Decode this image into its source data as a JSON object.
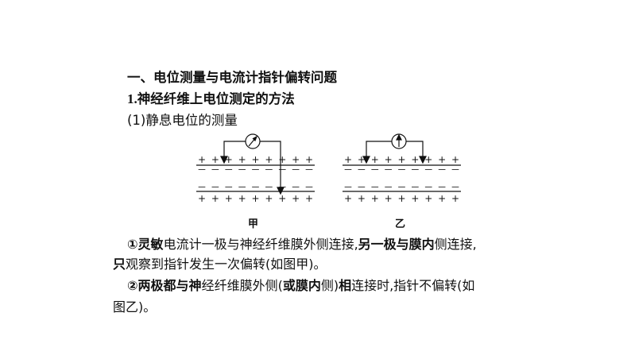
{
  "heading1": "一、电位测量与电流计指针偏转问题",
  "heading2_num": "1.",
  "heading2_text": "神经纤维上电位测定的方法",
  "heading3": "(1)静息电位的测量",
  "figure": {
    "caption_left": "甲",
    "caption_right": "乙",
    "plus": "+",
    "minus": "－"
  },
  "para1": {
    "p1_bold": "①灵敏",
    "p1_rest": "电流计一极与神经纤维膜外侧连接,",
    "p1_bold2": "另一极与膜内",
    "p1_end": "侧连接,",
    "p2_bold": "只",
    "p2_rest": "观察到指针发生一次偏转(如图甲)。"
  },
  "para2": {
    "p3_bold": "②两极都与神",
    "p3_rest": "经纤维膜外侧(",
    "p3_bold2": "或膜内",
    "p3_mid": "侧)",
    "p3_bold3": "相",
    "p3_end": "连接时,指针不偏转(如",
    "p4": "图乙)。"
  }
}
